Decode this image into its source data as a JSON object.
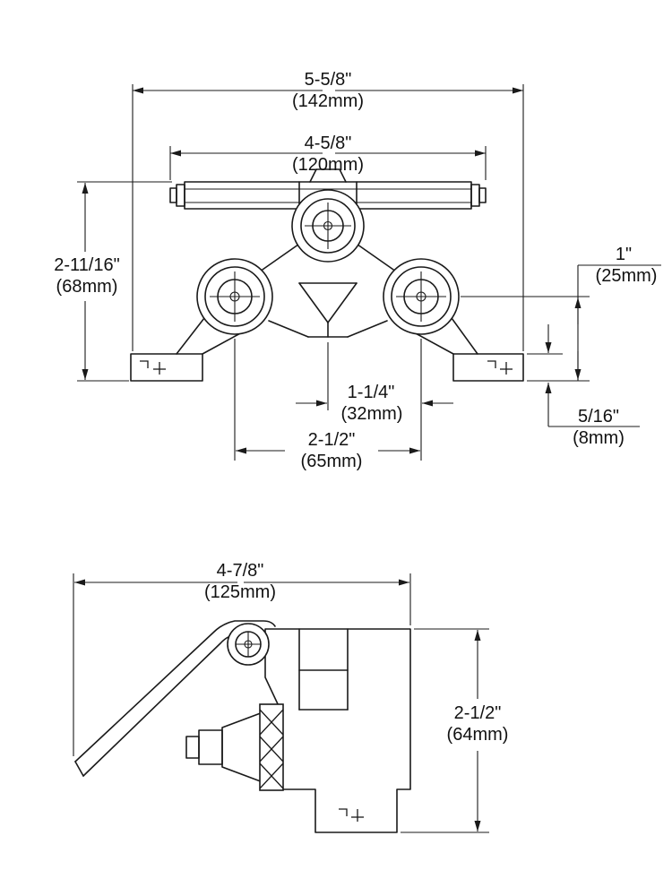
{
  "colors": {
    "ink": "#1a1a1a",
    "background": "#ffffff"
  },
  "drawing": {
    "front_view": {
      "dims": {
        "overall_width": {
          "inches": "5-5/8\"",
          "mm": "(142mm)"
        },
        "body_width": {
          "inches": "4-5/8\"",
          "mm": "(120mm)"
        },
        "overall_height": {
          "inches": "2-11/16\"",
          "mm": "(68mm)"
        },
        "inlet_height": {
          "inches": "1\"",
          "mm": "(25mm)"
        },
        "base_thickness": {
          "inches": "5/16\"",
          "mm": "(8mm)"
        },
        "center_offset": {
          "inches": "1-1/4\"",
          "mm": "(32mm)"
        },
        "port_spacing": {
          "inches": "2-1/2\"",
          "mm": "(65mm)"
        }
      }
    },
    "side_view": {
      "dims": {
        "overall_length": {
          "inches": "4-7/8\"",
          "mm": "(125mm)"
        },
        "overall_height": {
          "inches": "2-1/2\"",
          "mm": "(64mm)"
        }
      }
    }
  }
}
